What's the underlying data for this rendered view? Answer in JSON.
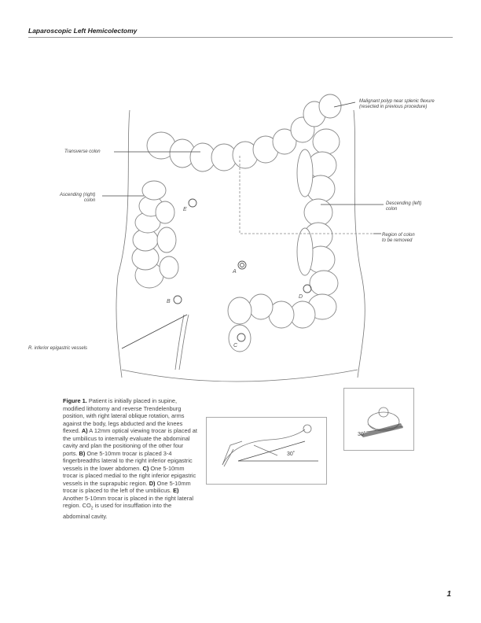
{
  "header": {
    "title": "Laparoscopic Left Hemicolectomy"
  },
  "figure": {
    "labels": {
      "polyp": "Malignant polyp near splenic flexure\n(resected in previous procedure)",
      "transverse": "Transverse colon",
      "ascending": "Ascending (right)\ncolon",
      "descending": "Descending (left)\ncolon",
      "region": "Region of colon\nto be removed",
      "epigastric": "R. inferior epigastric vessels"
    },
    "ports": {
      "a": "A",
      "b": "B",
      "c": "C",
      "d": "D",
      "e": "E"
    },
    "angle_left": "30˚",
    "angle_right": "30˚"
  },
  "caption": {
    "heading": "Figure 1.",
    "intro": " Patient is initially placed in supine, modified lithotomy and reverse Trendelenburg position, with right lateral oblique rotation, arms against the body, legs abducted and the knees flexed. ",
    "a_key": "A)",
    "a_text": " A 12mm optical viewing trocar is placed at the umbilicus to internally evaluate the abdominal cavity and plan the positioning of the other four ports. ",
    "b_key": "B)",
    "b_text": " One 5-10mm trocar is placed 3-4 fingerbreadths lateral to the right inferior epigastric vessels in the lower abdomen. ",
    "c_key": "C)",
    "c_text": " One 5-10mm trocar is placed medial to the right inferior epigastric vessels in the suprapubic region. ",
    "d_key": "D)",
    "d_text": " One 5-10mm trocar is placed to the left of the umbilicus. ",
    "e_key": "E)",
    "e_text": " Another 5-10mm trocar is placed in the right lateral region. CO",
    "co2_sub": "2",
    "end_text": " is used for insufflation into the abdominal cavity."
  },
  "page": {
    "number": "1"
  }
}
